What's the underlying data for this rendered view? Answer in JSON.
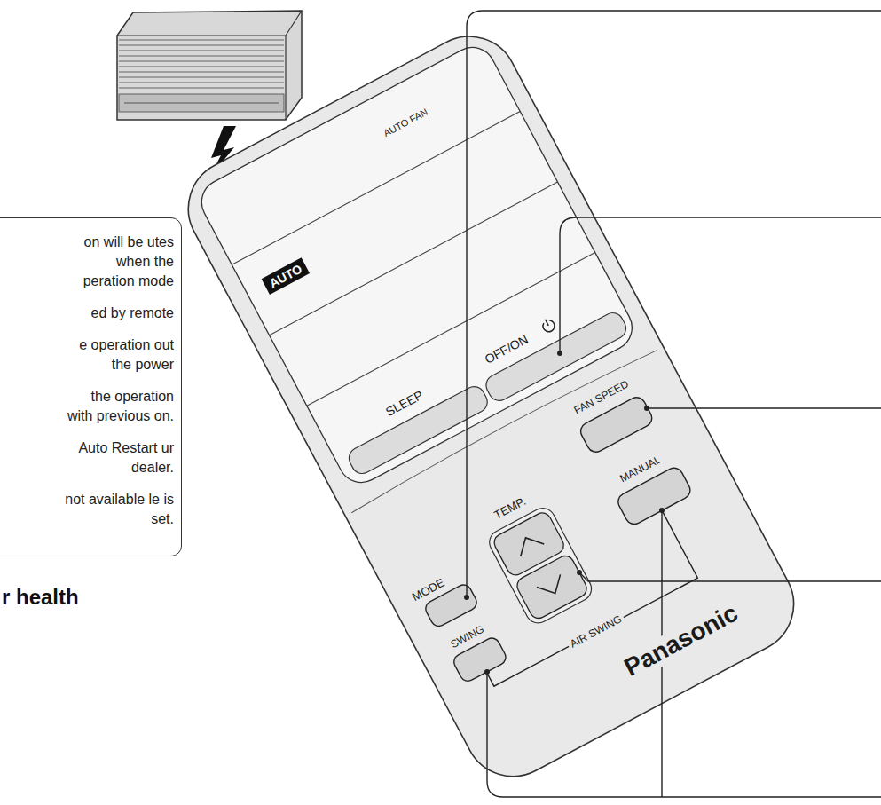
{
  "diagram": {
    "nodes": [
      {
        "text": [
          "on will be utes when the peration mode",
          "ed by remote",
          "e operation out the power",
          "the operation with previous on.",
          "Auto Restart ur dealer.",
          "not available le is set."
        ]
      },
      {
        "text": [
          "AUTO"
        ]
      }
    ],
    "labels": [
      "AUTO FAN",
      "OFF/ON",
      "SLEEP",
      "MODE",
      "TEMP.",
      "FAN SPEED",
      "MANUAL",
      "SWING",
      "AIR SWING",
      "Panasonic",
      "r health"
    ]
  }
}
